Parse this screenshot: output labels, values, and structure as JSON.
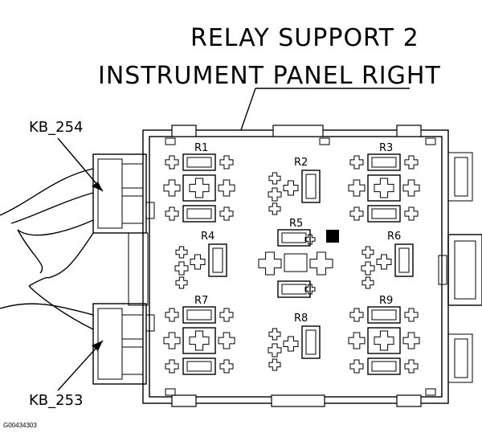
{
  "title": {
    "line1": "RELAY SUPPORT 2",
    "line2": "INSTRUMENT PANEL RIGHT"
  },
  "connectors": {
    "top": "KB_254",
    "bottom": "KB_253"
  },
  "relays": [
    {
      "id": "r1",
      "label": "R1"
    },
    {
      "id": "r2",
      "label": "R2"
    },
    {
      "id": "r3",
      "label": "R3"
    },
    {
      "id": "r4",
      "label": "R4"
    },
    {
      "id": "r5",
      "label": "R5"
    },
    {
      "id": "r6",
      "label": "R6"
    },
    {
      "id": "r7",
      "label": "R7"
    },
    {
      "id": "r8",
      "label": "R8"
    },
    {
      "id": "r9",
      "label": "R9"
    }
  ],
  "figure_id": "G00434303",
  "colors": {
    "ink": "#000000",
    "paper": "#ffffff"
  }
}
